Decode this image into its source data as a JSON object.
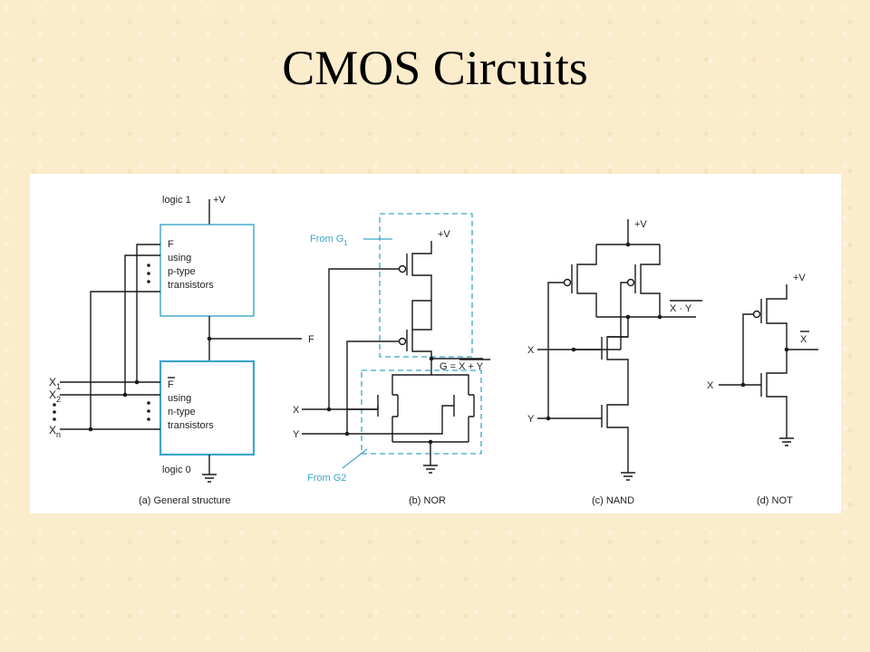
{
  "slide": {
    "title": "CMOS Circuits"
  },
  "colors": {
    "accent": "#3aa6c8",
    "wire": "#1a1a1a",
    "background": "#fbeccc"
  },
  "general": {
    "logic1": "logic 1",
    "plusV": "+V",
    "logic0": "logic 0",
    "p_block": {
      "F": "F",
      "using": "using",
      "type": "p-type",
      "transistors": "transistors"
    },
    "n_block": {
      "F": "F",
      "using": "using",
      "type": "n-type",
      "transistors": "transistors"
    },
    "output": "F",
    "inputs": {
      "x": "X",
      "sub1": "1",
      "sub2": "2",
      "subn": "n"
    },
    "caption": "(a) General structure"
  },
  "nor": {
    "plusV": "+V",
    "fromG1": "From G",
    "fromG1_sub": "1",
    "fromG2": "From G2",
    "out_prefix": "G = ",
    "out_expr": "X + Y",
    "x": "X",
    "y": "Y",
    "caption": "(b) NOR"
  },
  "nand": {
    "plusV": "+V",
    "out": "X · Y",
    "x": "X",
    "y": "Y",
    "caption": "(c) NAND"
  },
  "not": {
    "plusV": "+V",
    "out": "X",
    "x": "X",
    "caption": "(d) NOT"
  }
}
